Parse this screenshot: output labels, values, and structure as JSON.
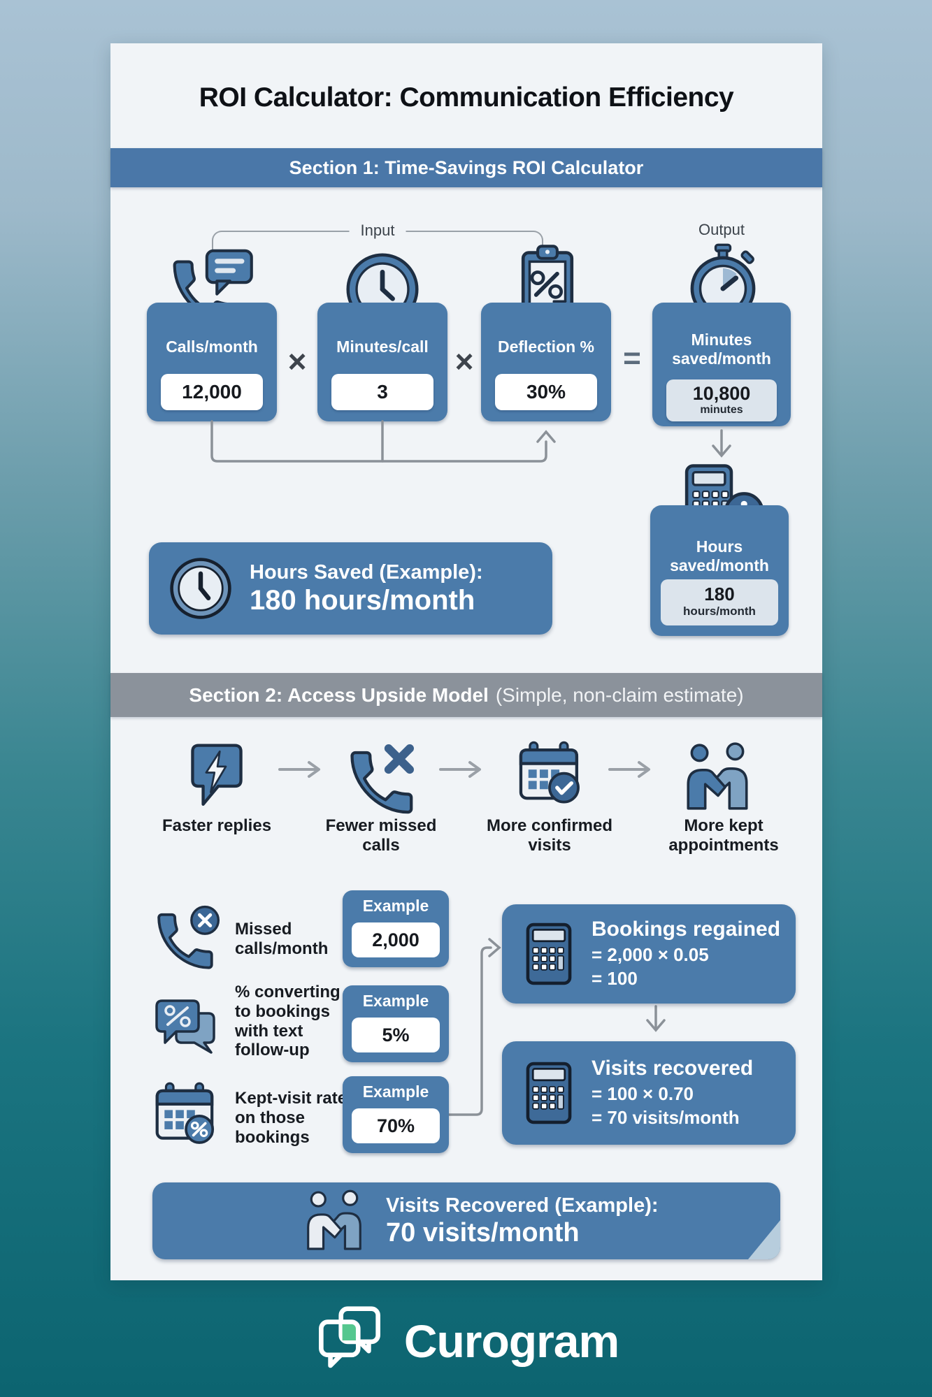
{
  "title": "ROI Calculator: Communication Efficiency",
  "section1": {
    "header": "Section 1: Time-Savings ROI Calculator",
    "input_group_label": "Input",
    "output_group_label": "Output",
    "multiply_symbol": "×",
    "equals_symbol": "=",
    "cards": [
      {
        "label": "Calls/month",
        "value": "12,000"
      },
      {
        "label": "Minutes/call",
        "value": "3"
      },
      {
        "label": "Deflection %",
        "value": "30%"
      }
    ],
    "output_card": {
      "label": "Minutes saved/month",
      "value": "10,800",
      "unit": "minutes"
    },
    "hours_card": {
      "label": "Hours saved/month",
      "value": "180",
      "unit": "hours/month"
    },
    "summary_banner": {
      "title": "Hours Saved (Example):",
      "value": "180 hours/month"
    }
  },
  "section2": {
    "header": "Section 2: Access Upside Model",
    "header_note": "(Simple, non-claim estimate)",
    "flow_steps": [
      {
        "label": "Faster replies"
      },
      {
        "label": "Fewer missed calls"
      },
      {
        "label": "More confirmed visits"
      },
      {
        "label": "More kept appointments"
      }
    ],
    "inputs": [
      {
        "label": "Missed calls/month",
        "tag": "Example",
        "value": "2,000"
      },
      {
        "label": "% converting to bookings with text follow-up",
        "tag": "Example",
        "value": "5%"
      },
      {
        "label": "Kept-visit rate on those bookings",
        "tag": "Example",
        "value": "70%"
      }
    ],
    "calc_boxes": [
      {
        "title": "Bookings regained",
        "line1": "= 2,000 × 0.05",
        "line2": "= 100"
      },
      {
        "title": "Visits recovered",
        "line1": "= 100 × 0.70",
        "line2": "= 70 visits/month"
      }
    ],
    "summary_banner": {
      "title": "Visits Recovered (Example):",
      "value": "70 visits/month"
    }
  },
  "footer": {
    "brand": "Curogram"
  },
  "colors": {
    "primary_blue": "#4b7baa",
    "section2_gray": "#8b929b",
    "accent_green": "#55c78e",
    "background_teal": "#0c6470"
  }
}
